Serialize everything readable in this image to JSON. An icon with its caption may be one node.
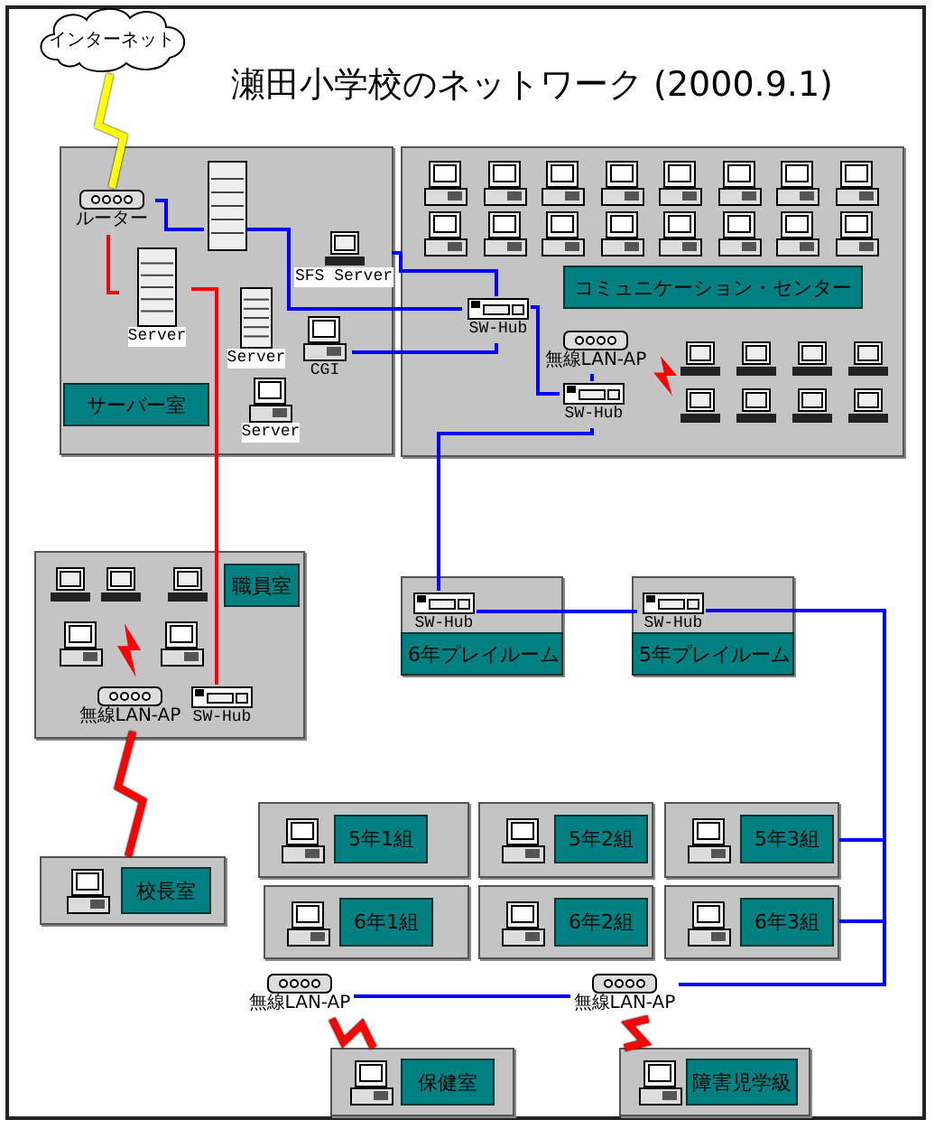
{
  "diagram": {
    "title": "瀬田小学校のネットワーク (2000.9.1)",
    "nodes": [
      {
        "text": [
          "インターネット"
        ]
      },
      {
        "text": [
          "サーバー室"
        ]
      },
      {
        "text": [
          "ルーター"
        ],
        "in": 1
      },
      {
        "text": [],
        "shape": "picture",
        "in": 1
      },
      {
        "text": [
          "SFS Server"
        ],
        "in": 1
      },
      {
        "text": [
          "Server"
        ],
        "in": 1
      },
      {
        "text": [
          "Server"
        ],
        "in": 1
      },
      {
        "text": [
          "CGI"
        ],
        "in": 1
      },
      {
        "text": [
          "Server"
        ],
        "in": 1
      },
      {
        "text": [
          "コミュニケーション・センター"
        ]
      },
      {
        "text": [
          "SW-Hub"
        ],
        "in": 9
      },
      {
        "text": [
          "無線LAN-AP"
        ],
        "in": 9
      },
      {
        "text": [
          "SW-Hub"
        ],
        "in": 9
      },
      {
        "text": [
          "職員室"
        ]
      },
      {
        "text": [
          "無線LAN-AP"
        ],
        "in": 13
      },
      {
        "text": [
          "SW-Hub"
        ],
        "in": 13
      },
      {
        "text": [
          "校長室"
        ]
      },
      {
        "text": [
          "6年プレイルーム"
        ]
      },
      {
        "text": [
          "SW-Hub"
        ],
        "in": 17
      },
      {
        "text": [
          "5年プレイルーム"
        ]
      },
      {
        "text": [
          "SW-Hub"
        ],
        "in": 19
      },
      {
        "text": [
          "5年1組"
        ]
      },
      {
        "text": [
          "5年2組"
        ]
      },
      {
        "text": [
          "5年3組"
        ]
      },
      {
        "text": [
          "6年1組"
        ]
      },
      {
        "text": [
          "6年2組"
        ]
      },
      {
        "text": [
          "6年3組"
        ]
      },
      {
        "text": [
          "無線LAN-AP"
        ]
      },
      {
        "text": [
          "無線LAN-AP"
        ]
      },
      {
        "text": [
          "保健室"
        ]
      },
      {
        "text": [
          "障害児学級"
        ]
      }
    ],
    "edges": [
      {
        "from": 0,
        "to": 2,
        "arrow": "none",
        "style": "thick",
        "color": "#ffff00"
      },
      {
        "from": 2,
        "to": 5,
        "arrow": "none",
        "color": "#ff0000"
      },
      {
        "from": 5,
        "to": 15,
        "arrow": "none",
        "color": "#ff0000"
      },
      {
        "from": 2,
        "to": 3,
        "arrow": "none"
      },
      {
        "from": 3,
        "to": 10,
        "arrow": "none"
      },
      {
        "from": 4,
        "to": 10,
        "arrow": "none"
      },
      {
        "from": 7,
        "to": 10,
        "arrow": "none"
      },
      {
        "from": 10,
        "to": 12,
        "arrow": "none"
      },
      {
        "from": 11,
        "to": 12,
        "arrow": "none"
      },
      {
        "from": 12,
        "to": 18,
        "arrow": "none"
      },
      {
        "from": 18,
        "to": 20,
        "arrow": "none"
      },
      {
        "from": 20,
        "to": 23,
        "arrow": "none"
      },
      {
        "from": 20,
        "to": 26,
        "arrow": "none"
      },
      {
        "from": 20,
        "to": 28,
        "arrow": "none"
      },
      {
        "from": 28,
        "to": 27,
        "arrow": "none"
      },
      {
        "from": 14,
        "to": 16,
        "arrow": "none",
        "style": "thick",
        "color": "#ff0000"
      },
      {
        "from": 27,
        "to": 29,
        "arrow": "none",
        "style": "thick",
        "color": "#ff0000"
      },
      {
        "from": 28,
        "to": 30,
        "arrow": "none",
        "style": "thick",
        "color": "#ff0000"
      }
    ]
  }
}
